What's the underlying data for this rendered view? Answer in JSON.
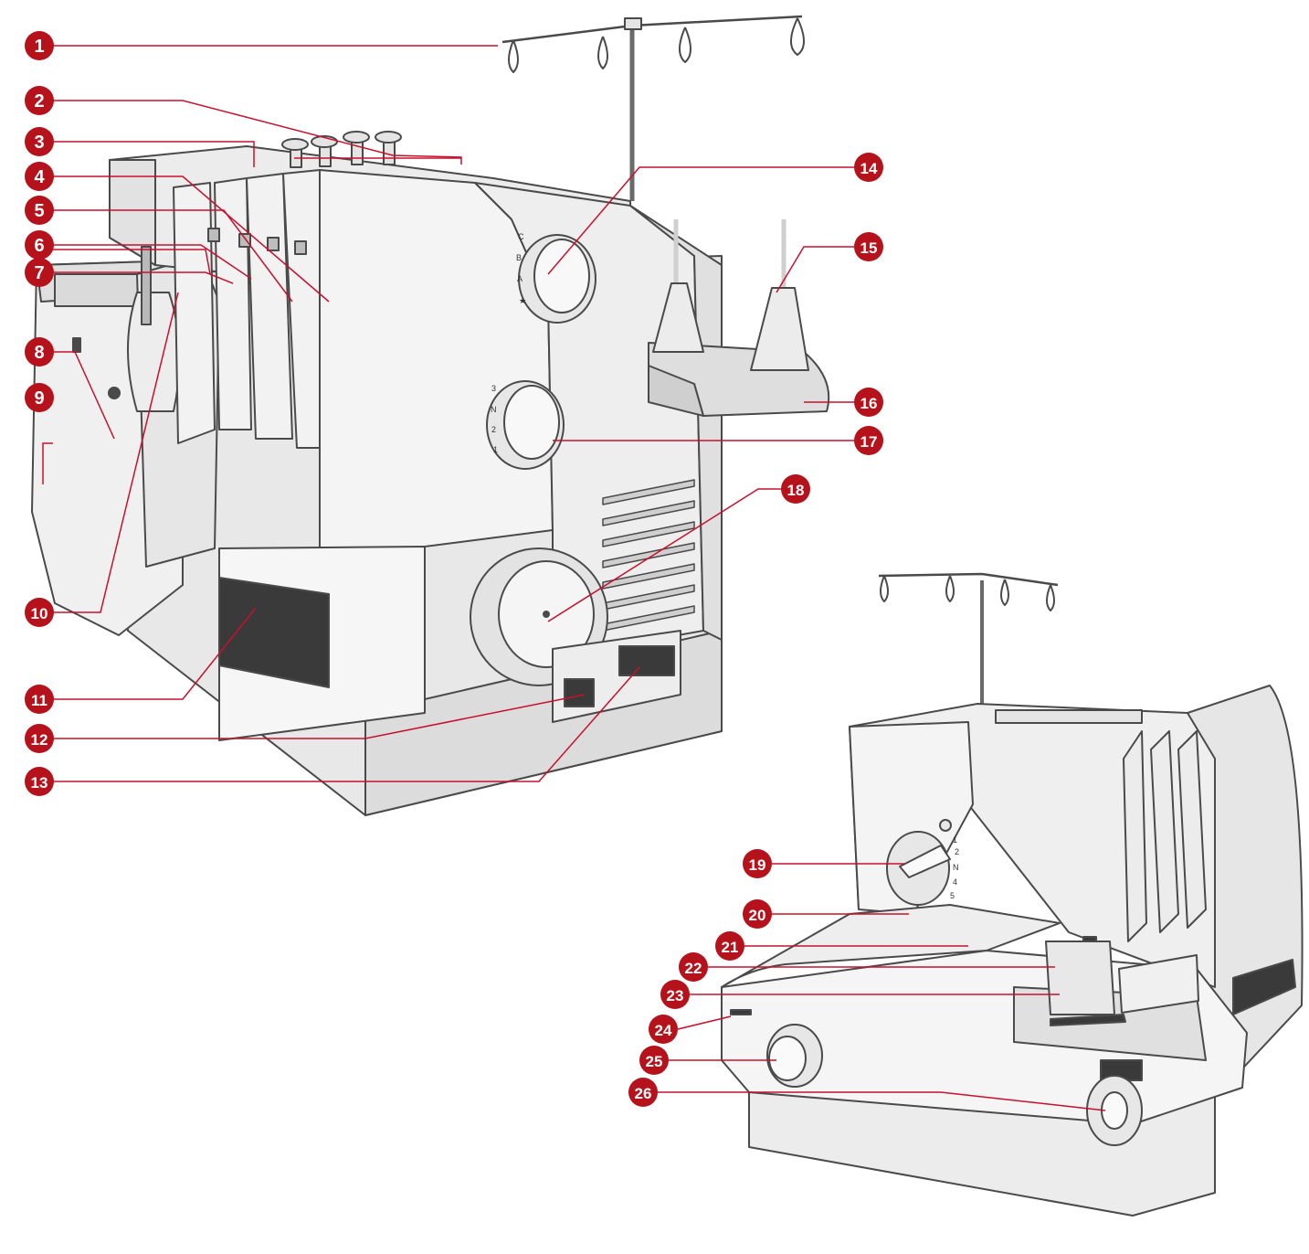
{
  "colors": {
    "callout": "#b5121b",
    "leader": "#c8102e",
    "body_light": "#f4f4f4",
    "body_mid": "#e4e4e4",
    "body_shade": "#d2d2d2",
    "outline": "#4a4a4a",
    "dark_slot": "#3a3a3a"
  },
  "callouts": [
    {
      "n": "1"
    },
    {
      "n": "2"
    },
    {
      "n": "3"
    },
    {
      "n": "4"
    },
    {
      "n": "5"
    },
    {
      "n": "6"
    },
    {
      "n": "7"
    },
    {
      "n": "8"
    },
    {
      "n": "9"
    },
    {
      "n": "10"
    },
    {
      "n": "11"
    },
    {
      "n": "12"
    },
    {
      "n": "13"
    },
    {
      "n": "14"
    },
    {
      "n": "15"
    },
    {
      "n": "16"
    },
    {
      "n": "17"
    },
    {
      "n": "18"
    },
    {
      "n": "19"
    },
    {
      "n": "20"
    },
    {
      "n": "21"
    },
    {
      "n": "22"
    },
    {
      "n": "23"
    },
    {
      "n": "24"
    },
    {
      "n": "25"
    },
    {
      "n": "26"
    }
  ],
  "dial_marks": {
    "upper_dial": [
      "C",
      "B",
      "A",
      "★"
    ],
    "middle_dial": [
      "3",
      "N",
      "2",
      "1"
    ],
    "front_dial": [
      "1",
      "2",
      "N",
      "4",
      "5"
    ]
  }
}
